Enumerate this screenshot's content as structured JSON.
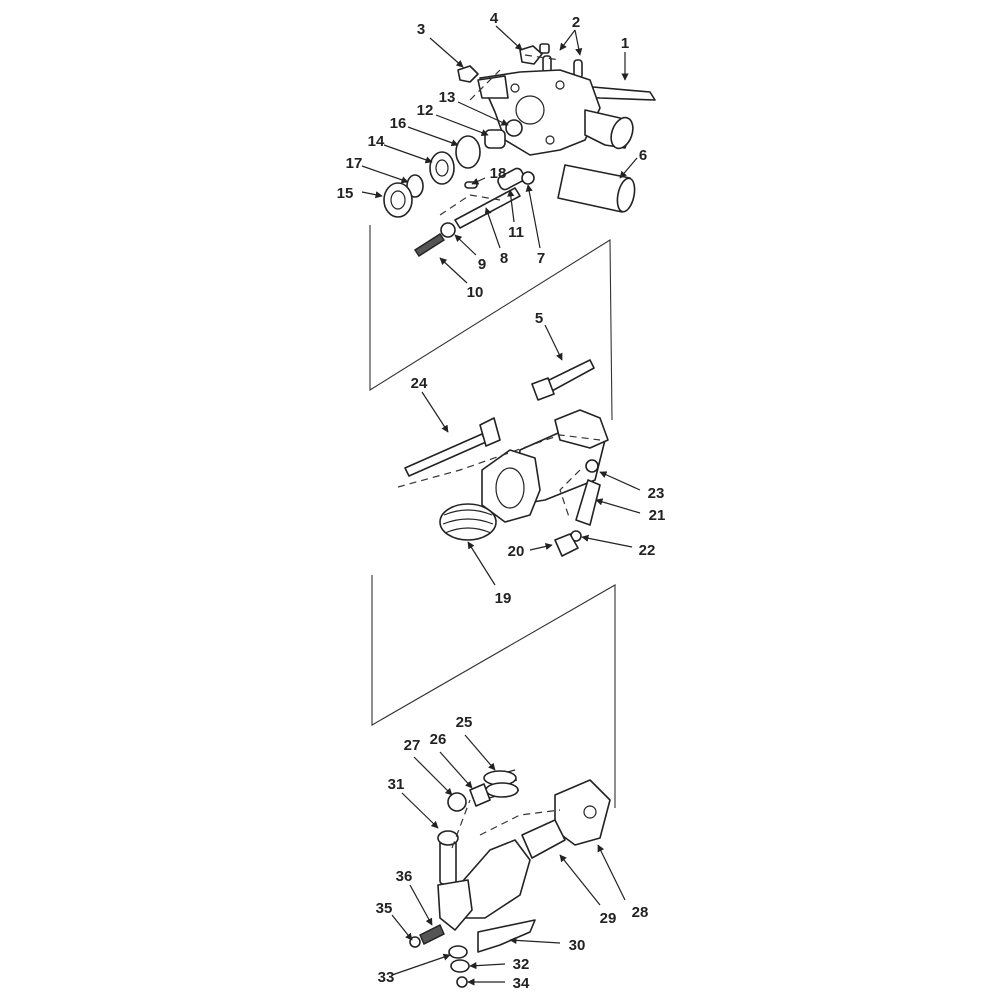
{
  "diagram": {
    "callouts": [
      "1",
      "2",
      "3",
      "4",
      "5",
      "6",
      "7",
      "8",
      "9",
      "10",
      "11",
      "12",
      "13",
      "14",
      "15",
      "16",
      "17",
      "18",
      "19",
      "20",
      "21",
      "22",
      "23",
      "24",
      "25",
      "26",
      "27",
      "28",
      "29",
      "30",
      "31",
      "32",
      "33",
      "34",
      "35",
      "36"
    ]
  }
}
